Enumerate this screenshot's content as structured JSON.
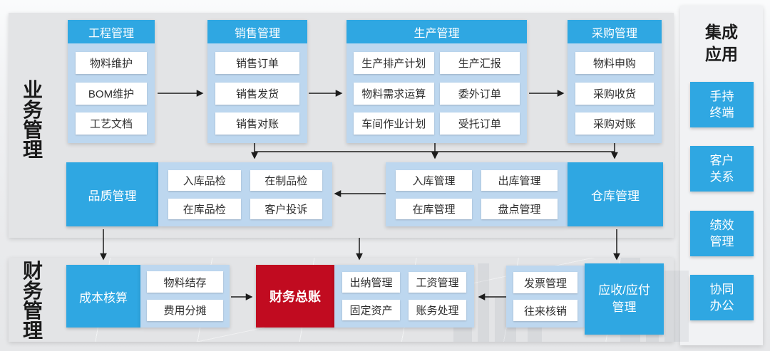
{
  "diagram": {
    "left_labels": {
      "business": "业\n务\n管\n理",
      "finance": "财\n务\n管\n理"
    },
    "top_columns": [
      {
        "title": "工程管理",
        "items": [
          "物料维护",
          "BOM维护",
          "工艺文档"
        ]
      },
      {
        "title": "销售管理",
        "items": [
          "销售订单",
          "销售发货",
          "销售对账"
        ]
      },
      {
        "title": "生产管理",
        "items": [
          "生产排产计划",
          "生产汇报",
          "物料需求运算",
          "委外订单",
          "车间作业计划",
          "受托订单"
        ]
      },
      {
        "title": "采购管理",
        "items": [
          "物料申购",
          "采购收货",
          "采购对账"
        ]
      }
    ],
    "middle_row": {
      "quality_title": "品质管理",
      "quality_items": [
        "入库品检",
        "在制品检",
        "在库品检",
        "客户投诉"
      ],
      "warehouse_items": [
        "入库管理",
        "出库管理",
        "在库管理",
        "盘点管理"
      ],
      "warehouse_title": "仓库管理"
    },
    "bottom_row": {
      "cost_title": "成本核算",
      "cost_items": [
        "物料结存",
        "费用分摊"
      ],
      "ledger_title": "财务总账",
      "ledger_items": [
        "出纳管理",
        "工资管理",
        "固定资产",
        "账务处理"
      ],
      "invoice_items": [
        "发票管理",
        "往来核销"
      ],
      "ar_ap_title": "应收/应付\n管理"
    },
    "sidebar": {
      "title": "集成\n应用",
      "items": [
        "手持\n终端",
        "客户\n关系",
        "绩效\n管理",
        "协同\n办公"
      ]
    },
    "colors": {
      "primary_blue": "#2fa7e2",
      "panel_blue": "#bdd7ef",
      "accent_red": "#c10b20",
      "arrow": "#1c1c1c"
    }
  }
}
